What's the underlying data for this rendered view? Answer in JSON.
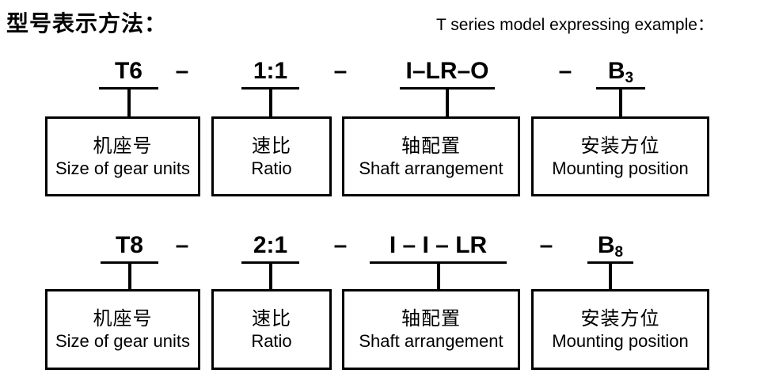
{
  "header": {
    "title_zh": "型号表示方法：",
    "title_en": "T series model expressing example："
  },
  "dash": "–",
  "boxes": {
    "size": {
      "zh": "机座号",
      "en": "Size of gear units"
    },
    "ratio": {
      "zh": "速比",
      "en": "Ratio"
    },
    "shaft": {
      "zh": "轴配置",
      "en": "Shaft arrangement"
    },
    "mounting": {
      "zh": "安装方位",
      "en": "Mounting position"
    }
  },
  "rows": [
    {
      "model": "T6",
      "ratio": "1:1",
      "shaft": "I–LR–O",
      "mounting": "B",
      "mounting_sub": "3"
    },
    {
      "model": "T8",
      "ratio": "2:1",
      "shaft": "I – I – LR",
      "mounting": "B",
      "mounting_sub": "8"
    }
  ],
  "colors": {
    "text": "#000000",
    "line": "#000000",
    "background": "#ffffff"
  }
}
